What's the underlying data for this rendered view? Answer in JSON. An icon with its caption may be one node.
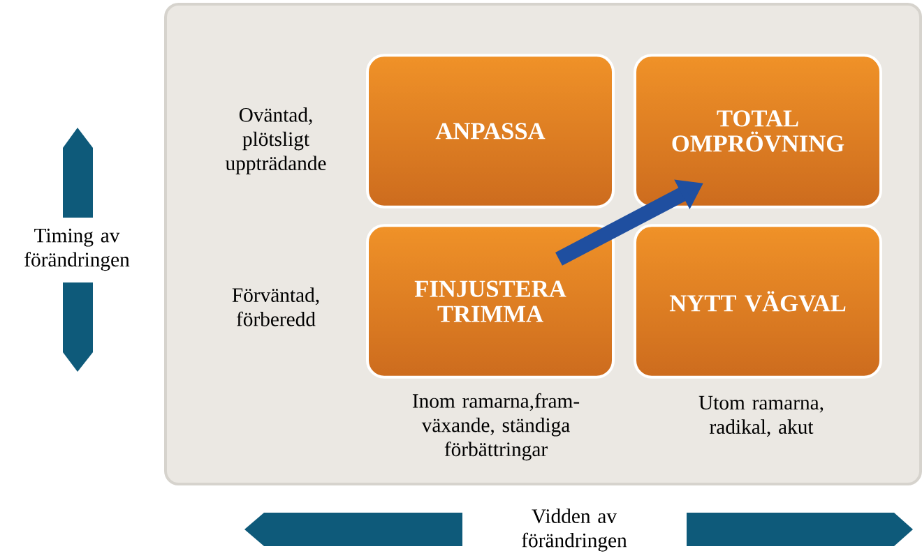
{
  "diagram": {
    "nodes": [
      {
        "text": [
          "ANPASSA"
        ]
      },
      {
        "text": [
          "TOTAL OMPRÖVNING"
        ]
      },
      {
        "text": [
          "FINJUSTERA TRIMMA"
        ]
      },
      {
        "text": [
          "NYTT VÄGVAL"
        ]
      }
    ],
    "edges": [
      {
        "from": 2,
        "to": 1,
        "arrow": "to"
      }
    ],
    "labels": [
      "Oväntad, plötsligt uppträdande",
      "Timing av förändringen",
      "Förväntad, förberedd",
      "Inom ramarna,fram-växande, ständiga förbättringar",
      "Utom ramarna, radikal, akut",
      "Vidden av förändringen"
    ]
  }
}
